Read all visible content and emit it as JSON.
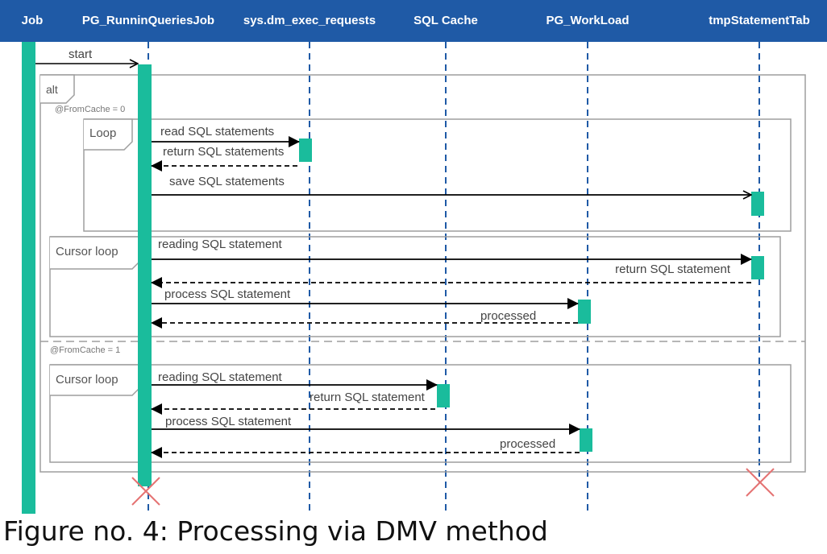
{
  "participants": [
    {
      "id": "job",
      "label": "Job"
    },
    {
      "id": "pg_runnin",
      "label": "PG_RunninQueriesJob"
    },
    {
      "id": "dm_exec",
      "label": "sys.dm_exec_requests"
    },
    {
      "id": "sql_cache",
      "label": "SQL Cache"
    },
    {
      "id": "pg_workload",
      "label": "PG_WorkLoad"
    },
    {
      "id": "tmp_statement",
      "label": "tmpStatementTab"
    }
  ],
  "messages": {
    "start": "start",
    "read_sql": "read SQL statements",
    "return_sql": "return SQL statements",
    "save_sql": "save SQL statements",
    "reading_1": "reading SQL statement",
    "return_1": "return SQL statement",
    "process_1": "process SQL statement",
    "processed_1": "processed",
    "reading_2": "reading SQL statement",
    "return_2": "return SQL statement",
    "process_2": "process SQL statement",
    "processed_2": "processed"
  },
  "fragments": {
    "alt": "alt",
    "guard_0": "@FromCache = 0",
    "loop": "Loop",
    "cursor_1": "Cursor loop",
    "guard_1": "@FromCache = 1",
    "cursor_2": "Cursor loop"
  },
  "caption": "Figure no. 4: Processing via DMV method",
  "colors": {
    "header_bg": "#1f5aa6",
    "activation": "#1abc9c",
    "lifeline": "#1f5aa6",
    "destroy": "#e57373",
    "fragment_border": "#9e9e9e"
  }
}
